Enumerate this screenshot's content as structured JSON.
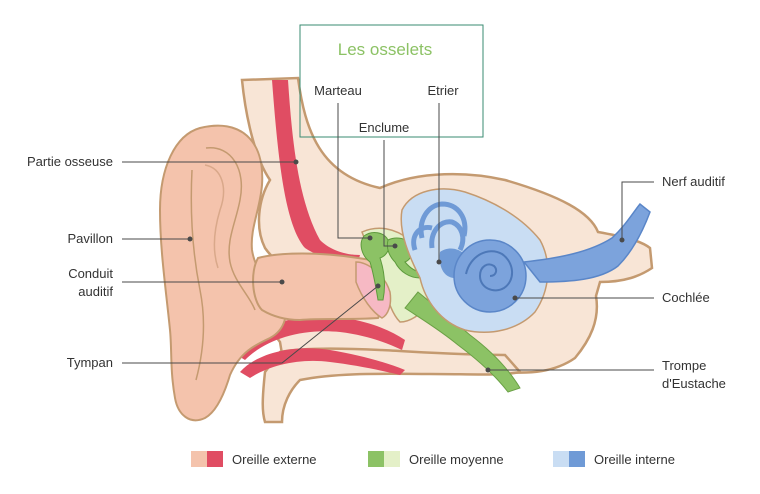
{
  "colors": {
    "outer_ear_light": "#f4c3ac",
    "outer_ear_dark": "#e04d63",
    "middle_ear_light": "#e4f0c8",
    "middle_ear_dark": "#8cc265",
    "inner_ear_light": "#c9ddf3",
    "inner_ear_dark": "#6f9ad6",
    "bone": "#f8e5d6",
    "bone_outline": "#c49a70",
    "box_border": "#3a8b72",
    "box_title": "#8cc265"
  },
  "ossicles_box": {
    "title": "Les osselets",
    "marteau": "Marteau",
    "enclume": "Enclume",
    "etrier": "Etrier"
  },
  "labels": {
    "partie_osseuse": "Partie osseuse",
    "pavillon": "Pavillon",
    "conduit_line1": "Conduit",
    "conduit_line2": "auditif",
    "tympan": "Tympan",
    "nerf_auditif": "Nerf auditif",
    "cochlee": "Cochlée",
    "trompe_line1": "Trompe",
    "trompe_line2": "d'Eustache"
  },
  "legend": [
    {
      "label": "Oreille externe"
    },
    {
      "label": "Oreille moyenne"
    },
    {
      "label": "Oreille interne"
    }
  ]
}
